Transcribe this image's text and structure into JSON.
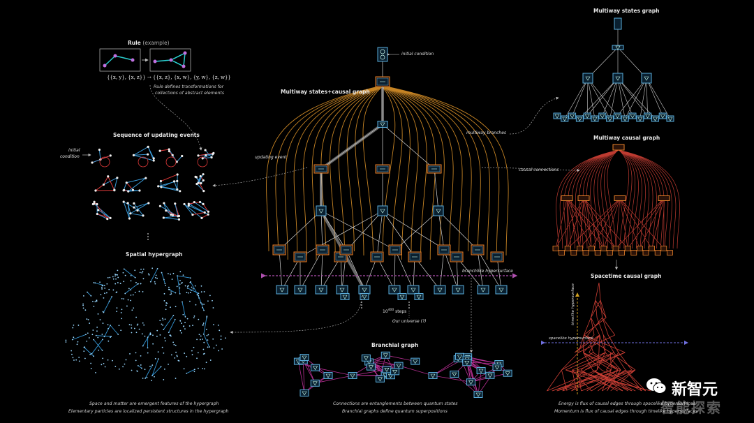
{
  "rule": {
    "title": "Rule",
    "title_suffix": "(example)",
    "formula": "{{x, y}, {x, z}} → {{x, z}, {x, w}, {y, w}, {z, w}}",
    "caption_line1": "Rule defines transformations for",
    "caption_line2": "collections of abstract elements"
  },
  "sequence": {
    "title": "Sequence of updating events",
    "initial_label_line1": "initial",
    "initial_label_line2": "condition"
  },
  "spatial": {
    "title": "Spatial hypergraph",
    "caption_line1": "Space and matter are emergent features of the hypergraph",
    "caption_line2": "Elementary particles are localized persistent structures in the hypergraph"
  },
  "multiway_causal_center": {
    "title": "Multiway states+causal graph",
    "initial_condition": "initial condition",
    "updating_event": "updating event",
    "multiway_branches": "multiway branches",
    "causal_connections": "causal connections",
    "branchlike_hypersurface": "branchlike hypersurface",
    "steps_base": "10",
    "steps_exp": "400",
    "steps_suffix": "steps",
    "our_universe": "Our universe (?)"
  },
  "branchial": {
    "title": "Branchial graph",
    "caption_line1": "Connections are entanglements between quantum states",
    "caption_line2": "Branchial graphs define quantum superpositions"
  },
  "multiway_states": {
    "title": "Multiway states graph"
  },
  "multiway_causal": {
    "title": "Multiway causal graph"
  },
  "spacetime": {
    "title": "Spacetime causal graph",
    "timelike": "timelike hypersurface",
    "spacelike": "spacelike hypersurface",
    "caption_line1": "Energy is flux of causal edges through spacelike hypersurfaces",
    "caption_line2": "Momentum is flux of causal edges through timelike hypersurfaces"
  },
  "watermark": {
    "brand": "新智元",
    "sub": "智能探索"
  },
  "colors": {
    "state_box": "#5aaedc",
    "event_box": "#e8822a",
    "causal_edge": "#e89a2a",
    "causal_red": "#e0453a",
    "branchial_edge": "#c0309a",
    "hypergraph": "#3aa8f0",
    "branchlike": "#b050b0",
    "timelike": "#d0a020",
    "spacelike": "#7070e0"
  }
}
